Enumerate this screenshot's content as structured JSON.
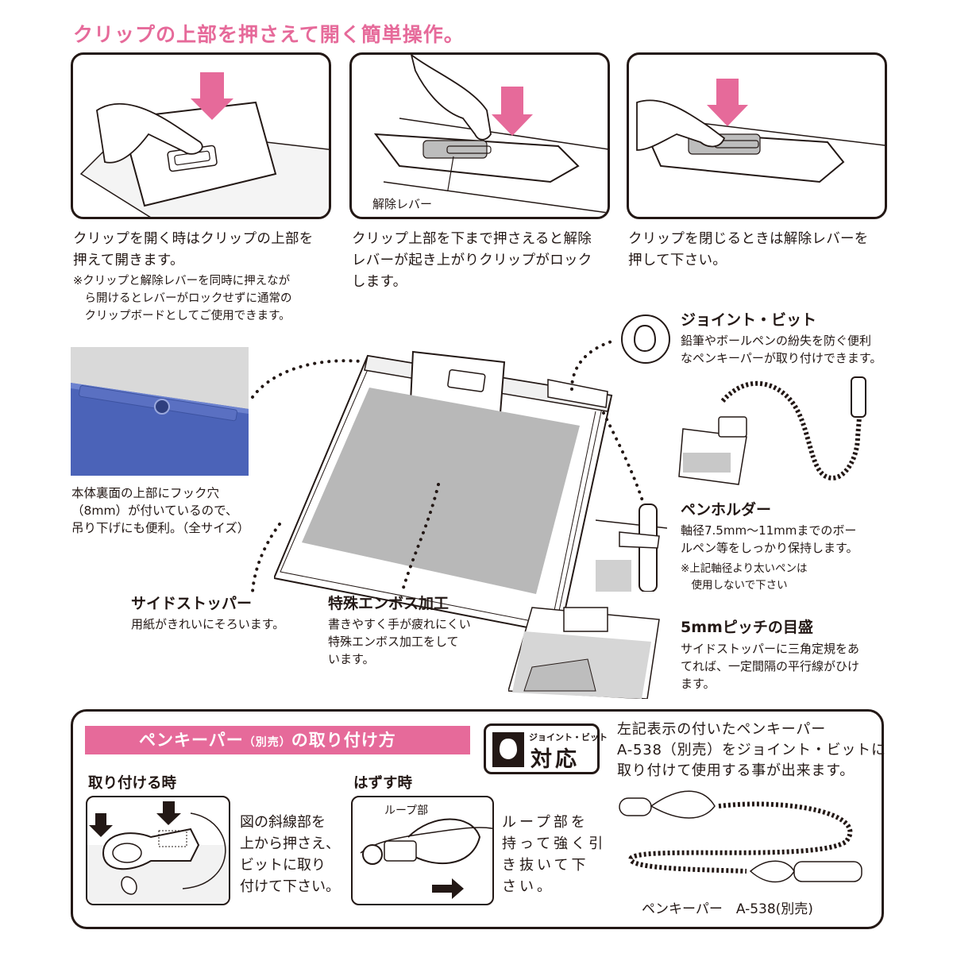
{
  "header": {
    "title": "クリップの上部を押さえて開く簡単操作。"
  },
  "steps": [
    {
      "caption": "クリップを開く時はクリップの上部を\n押えて開きます。",
      "note": "※クリップと解除レバーを同時に押えなが\n　ら開けるとレバーがロックせずに通常の\n　クリップボードとしてご使用できます。"
    },
    {
      "caption": "クリップ上部を下まで押さえると解除\nレバーが起き上がりクリップがロック\nします。",
      "callout": "解除レバー"
    },
    {
      "caption": "クリップを閉じるときは解除レバーを\n押して下さい。"
    }
  ],
  "hook": {
    "text": "本体裏面の上部にフック穴\n（8mm）が付いているので、\n吊り下げにも便利。（全サイズ）"
  },
  "features": {
    "joint_bit": {
      "title": "ジョイント・ビット",
      "text": "鉛筆やボールペンの紛失を防ぐ便利\nなペンキーパーが取り付けできます。"
    },
    "pen_holder": {
      "title": "ペンホルダー",
      "text": "軸径7.5mm〜11mmまでのボー\nルペン等をしっかり保持します。",
      "note": "※上記軸径より太いペンは\n　使用しないで下さい"
    },
    "scale": {
      "title": "5mmピッチの目盛",
      "text": "サイドストッパーに三角定規をあ\nてれば、一定間隔の平行線がひけ\nます。"
    },
    "side_stopper": {
      "title": "サイドストッパー",
      "text": "用紙がきれいにそろいます。"
    },
    "emboss": {
      "title": "特殊エンボス加工",
      "text": "書きやすく手が疲れにくい\n特殊エンボス加工をして\nいます。"
    }
  },
  "keeper": {
    "banner_main": "ペンキーパー",
    "banner_paren": "（別売）",
    "banner_tail": "の取り付け方",
    "badge_top": "ジョイント・ビット",
    "badge_main": "対応",
    "description": "左記表示の付いたペンキーパー\nA-538（別売）をジョイント・ビットに\n取り付けて使用する事が出来ます。",
    "attach_title": "取り付ける時",
    "attach_text": "図の斜線部を\n上から押さえ、\nビットに取り\n付けて下さい。",
    "remove_title": "はずす時",
    "loop_label": "ループ部",
    "remove_text": "ループ部を\n持って強く引\nき抜いて下\nさい。",
    "product_label": "ペンキーパー　A-538(別売)"
  },
  "colors": {
    "accent_pink": "#e66a9a",
    "ink": "#231815",
    "board_blue": "#4b63b8",
    "emboss_gray": "#b8b8b8"
  }
}
